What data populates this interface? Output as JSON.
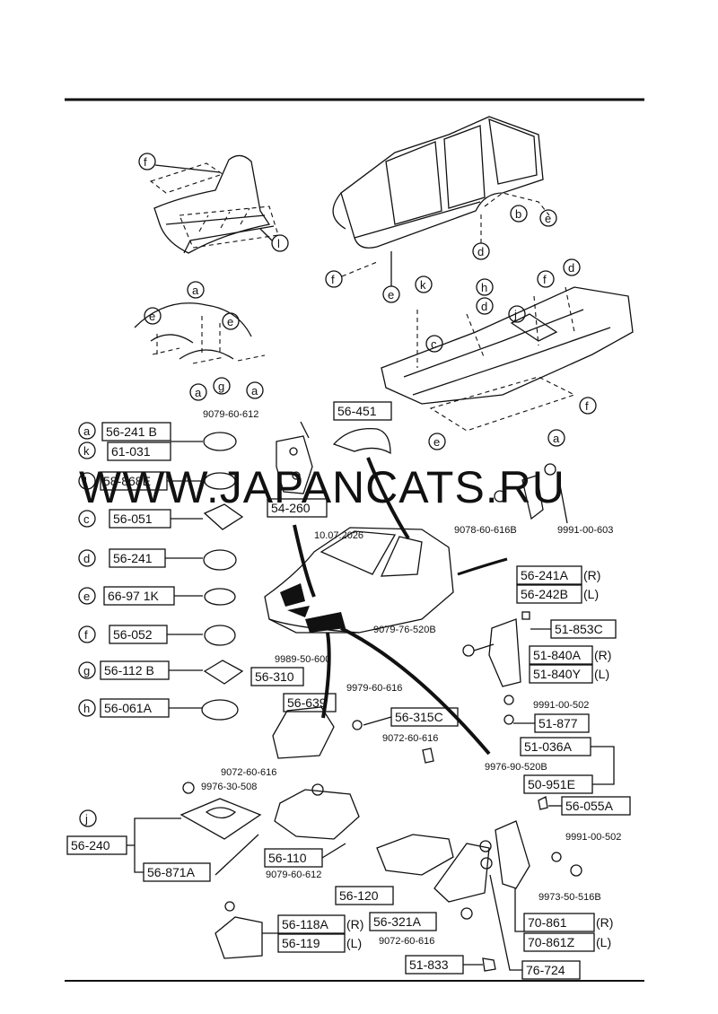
{
  "watermark": "WWW.JAPANCATS.RU",
  "watermark_date": "10.07.2026",
  "legend": [
    {
      "letter": "a",
      "code": "56-241 B"
    },
    {
      "letter": "k",
      "code": "61-031"
    },
    {
      "letter": "l",
      "code": "58-868E"
    },
    {
      "letter": "c",
      "code": "56-051"
    },
    {
      "letter": "d",
      "code": "56-241"
    },
    {
      "letter": "e",
      "code": "66-97 1K"
    },
    {
      "letter": "f",
      "code": "56-052"
    },
    {
      "letter": "g",
      "code": "56-112 B"
    },
    {
      "letter": "h",
      "code": "56-061A"
    }
  ],
  "callouts": {
    "b": "b",
    "e": "e",
    "d": "d",
    "f": "f",
    "l": "l",
    "k": "k",
    "h": "h",
    "j": "j",
    "a": "a",
    "c": "c",
    "g": "g"
  },
  "parts": {
    "p56_451": "56-451",
    "p54_260": "54-260",
    "p56_241a": "56-241A",
    "p56_242b": "56-242B",
    "side_r": "(R)",
    "side_l": "(L)",
    "p51_853c": "51-853C",
    "p51_840a": "51-840A",
    "p51_840y": "51-840Y",
    "p51_877": "51-877",
    "p51_036a": "51-036A",
    "p50_951e": "50-951E",
    "p56_055a": "56-055A",
    "p56_310": "56-310",
    "p56_639": "56-639",
    "p56_315c": "56-315C",
    "p56_240": "56-240",
    "p56_871a": "56-871A",
    "p56_110": "56-110",
    "p56_120": "56-120",
    "p56_321a": "56-321A",
    "p56_118a": "56-118A",
    "p56_119": "56-119",
    "p70_861": "70-861",
    "p70_861z": "70-861Z",
    "p51_833": "51-833",
    "p76_724": "76-724"
  },
  "numbers": {
    "n9079_60_612a": "9079-60-612",
    "n9078_60_616b": "9078-60-616B",
    "n9991_00_603": "9991-00-603",
    "n9079_76_520b": "9079-76-520B",
    "n9989_50_600": "9989-50-600",
    "n9979_60_616": "9979-60-616",
    "n9991_00_502a": "9991-00-502",
    "n9072_60_616a": "9072-60-616",
    "n9976_90_520b": "9976-90-520B",
    "n9072_60_616b": "9072-60-616",
    "n9976_30_508": "9976-30-508",
    "n9991_00_502b": "9991-00-502",
    "n9079_60_612b": "9079-60-612",
    "n9973_50_516b": "9973-50-516B",
    "n9072_60_616c": "9072-60-616"
  }
}
